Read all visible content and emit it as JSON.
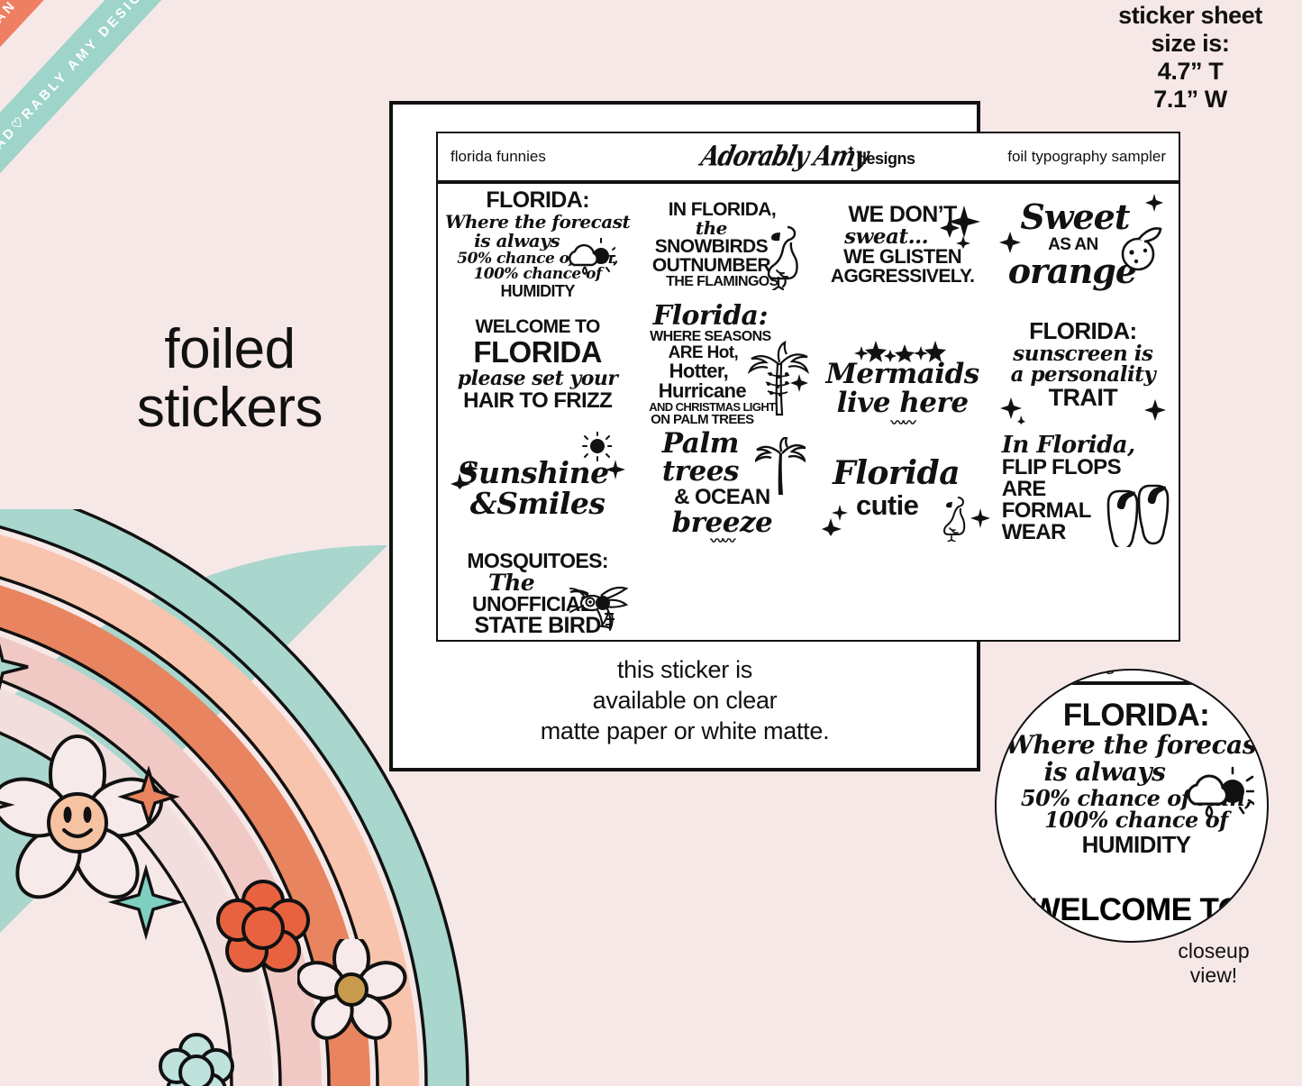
{
  "background_color": "#f7e8e8",
  "watermark": {
    "ribbon_orange_text": "PLAN LIFE AD♡RABLY • PLAN LIFE AD♡RABLY •",
    "ribbon_orange_color": "#ef7f62",
    "ribbon_teal_text": "AD♡RABLY AMY DESIGNS• AD♡RABLY AMY DESIGNS•",
    "ribbon_teal_color": "#9ed4c9"
  },
  "headline": {
    "line1": "foiled",
    "line2": "stickers"
  },
  "sheet_size_note": {
    "line1": "sticker sheet",
    "line2": "size is:",
    "line3": "4.7” T",
    "line4": "7.1” W"
  },
  "sheet": {
    "header": {
      "left_label": "florida funnies",
      "brand_script": "Adorably Amy",
      "brand_word": "designs",
      "brand_sparkle": "✦",
      "right_label": "foil typography sampler"
    },
    "stickers": [
      {
        "id": "florida-forecast",
        "lines": [
          "FLORIDA:",
          "Where the forecast",
          "is always",
          "50% chance of rain,",
          "100% chance of",
          "HUMIDITY"
        ],
        "icon": "sun-behind-rain-cloud-icon"
      },
      {
        "id": "snowbirds-outnumber",
        "lines": [
          "IN FLORIDA,",
          "the",
          "SNOWBIRDS",
          "OUTNUMBER",
          "THE FLAMINGOS"
        ],
        "icon": "flamingo-icon"
      },
      {
        "id": "we-dont-sweat",
        "lines": [
          "WE DON’T",
          "sweat…",
          "WE GLISTEN",
          "AGGRESSIVELY."
        ],
        "icon": "sparkle-icon"
      },
      {
        "id": "sweet-as-an-orange",
        "lines": [
          "Sweet",
          "AS AN",
          "orange"
        ],
        "icon": "orange-fruit-icon"
      },
      {
        "id": "welcome-to-florida",
        "lines": [
          "WELCOME TO",
          "FLORIDA",
          "please set your",
          "HAIR TO FRIZZ"
        ],
        "icon": "none"
      },
      {
        "id": "florida-seasons",
        "lines": [
          "Florida:",
          "WHERE SEASONS",
          "ARE Hot,",
          "Hotter,",
          "Hurricane",
          "AND CHRISTMAS LIGHTS",
          "ON PALM TREES"
        ],
        "icon": "palm-tree-with-lights-icon"
      },
      {
        "id": "sunshine-and-smiles",
        "lines": [
          "Sunshine",
          "&Smiles"
        ],
        "icon": "sun-icon"
      },
      {
        "id": "mermaids-live-here",
        "lines": [
          "Mermaids",
          "live here"
        ],
        "icon": "stars-icon"
      },
      {
        "id": "palm-trees-ocean-breeze",
        "lines": [
          "Palm",
          "trees",
          "& OCEAN",
          "breeze"
        ],
        "icon": "palm-tree-icon"
      },
      {
        "id": "mosquitoes-state-bird",
        "lines": [
          "MOSQUITOES:",
          "The",
          "UNOFFICIAL",
          "STATE BIRD"
        ],
        "icon": "mosquito-icon"
      },
      {
        "id": "florida-cutie",
        "lines": [
          "Florida",
          "cutie"
        ],
        "icon": "flamingo-icon"
      },
      {
        "id": "flip-flops-formal-wear",
        "lines": [
          "In Florida,",
          "FLIP FLOPS",
          "ARE",
          "FORMAL",
          "WEAR"
        ],
        "icon": "flip-flops-icon"
      },
      {
        "id": "florida-sunscreen-trait",
        "lines": [
          "FLORIDA:",
          "sunscreen is",
          "a personality",
          "TRAIT"
        ],
        "icon": "sparkle-icon"
      }
    ]
  },
  "card_note": {
    "line1": "this sticker is",
    "line2": "available on clear",
    "line3": "matte paper or white matte."
  },
  "closeup": {
    "header_partial": "da funnies",
    "sticker_lines": [
      "FLORIDA:",
      "Where the forecast",
      "is always",
      "50% chance of rain,",
      "100% chance of",
      "HUMIDITY"
    ],
    "partial_below": "WELCOME TO",
    "label_line1": "closeup",
    "label_line2": "view!"
  },
  "rainbow": {
    "arc_colors": [
      "#a9d6cd",
      "#f9c4ad",
      "#e8845f",
      "#f0c9c5",
      "#f2dedc"
    ],
    "flower_white": "#f7eaea",
    "flower_orange": "#e8623f",
    "flower_mint": "#bfe3dc",
    "flower_center_gold": "#c79a4d",
    "face_color": "#f6c3a2"
  }
}
